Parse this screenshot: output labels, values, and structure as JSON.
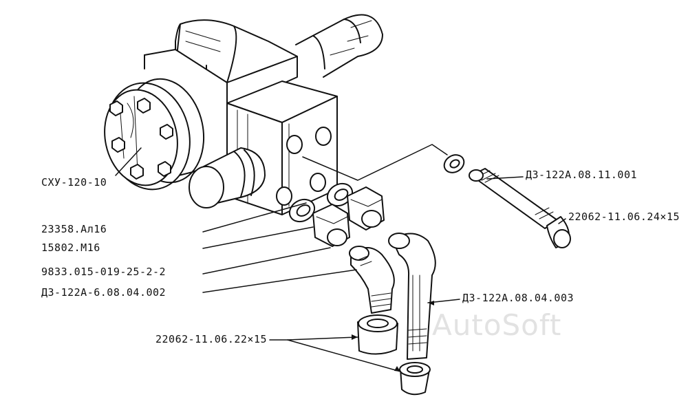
{
  "labels": {
    "pump": "СХУ-120-10",
    "washer_1": "23358.Ал16",
    "washer_2": "15802.М16",
    "fitting": "9833.015-019-25-2-2",
    "elbow_left": "ДЗ-122А-6.08.04.002",
    "elbow_right": "ДЗ-122А.08.04.003",
    "nipple_long": "ДЗ-122А.08.11.001",
    "cap_right": "22062-11.06.24×15",
    "caps_bottom": "22062-11.06.22×15"
  },
  "watermark": "AutoSoft",
  "colors": {
    "ink": "#111111",
    "paper": "#ffffff",
    "watermark": "#e2e2e2"
  }
}
